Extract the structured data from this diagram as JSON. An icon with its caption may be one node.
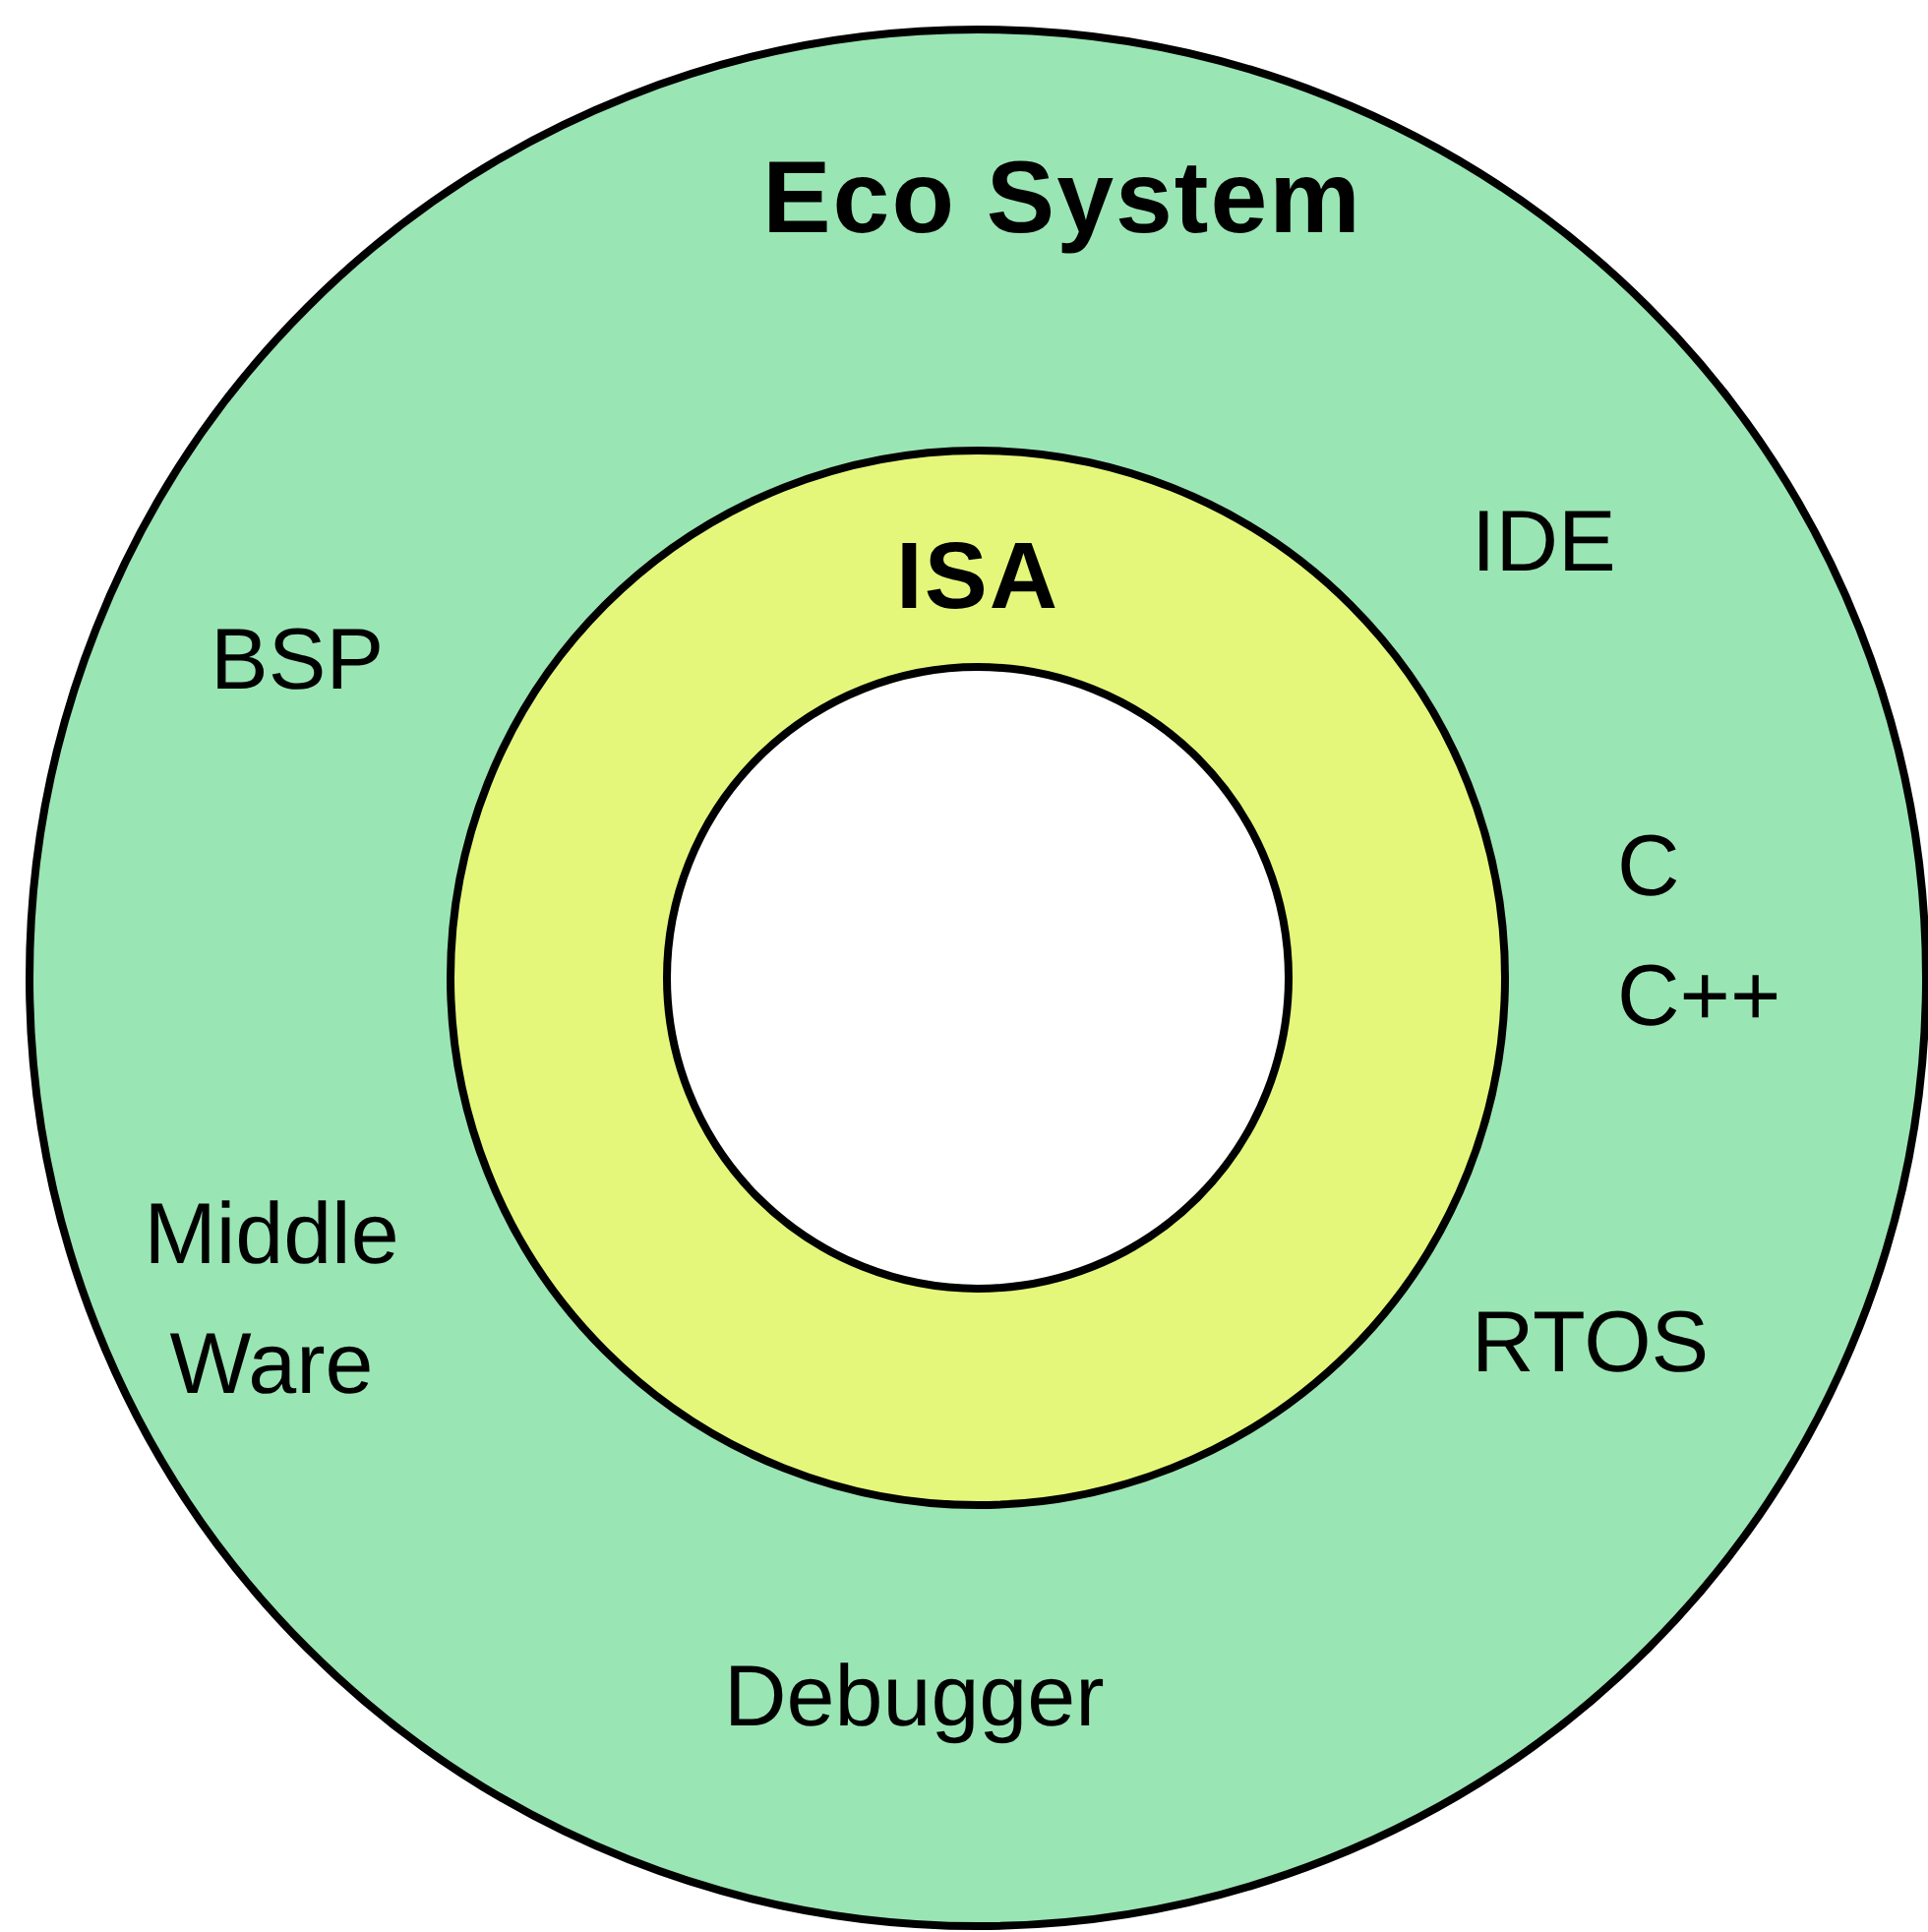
{
  "diagram": {
    "nodes": [
      {
        "text": [
          "Eco System",
          "IDE",
          "BSP",
          "C C++",
          "Middle Ware",
          "RTOS",
          "Debugger"
        ]
      },
      {
        "text": [
          "ISA"
        ],
        "in": 0
      },
      {
        "text": [],
        "shape": "circle",
        "in": 1
      }
    ]
  }
}
